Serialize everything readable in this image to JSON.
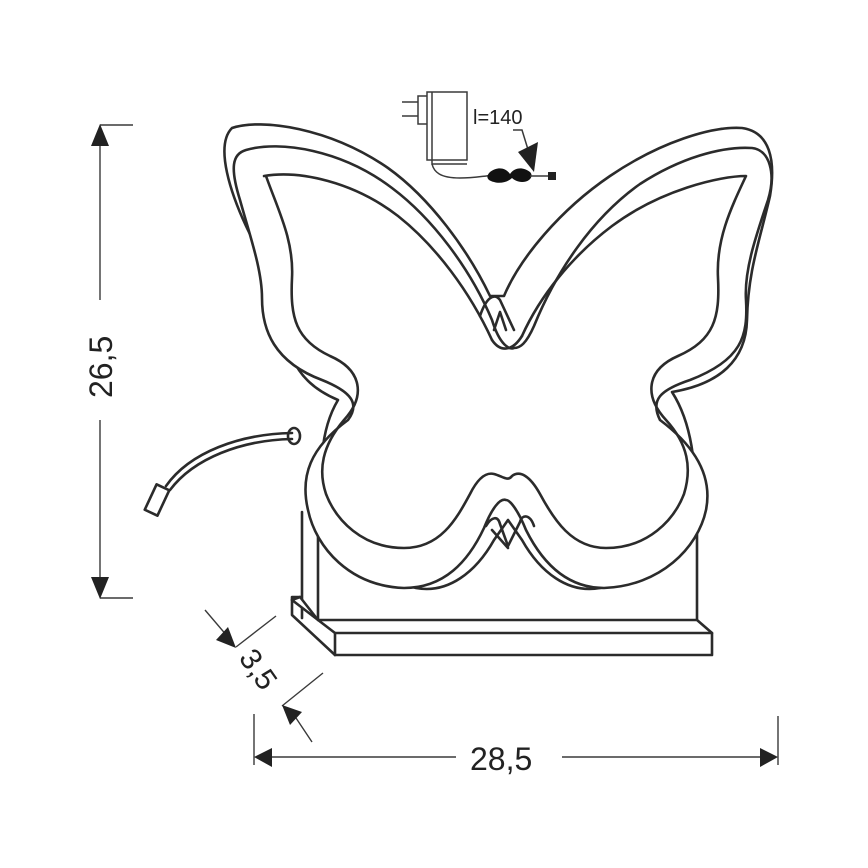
{
  "drawing": {
    "subject": "butterfly-shaped LED table lamp on rectangular base",
    "dimensions": {
      "height": {
        "label": "26,5"
      },
      "width": {
        "label": "28,5"
      },
      "depth": {
        "label": "3,5"
      },
      "cable_length": {
        "label": "l=140"
      }
    },
    "colors": {
      "line": "#2b2b2b",
      "background": "#ffffff"
    }
  }
}
